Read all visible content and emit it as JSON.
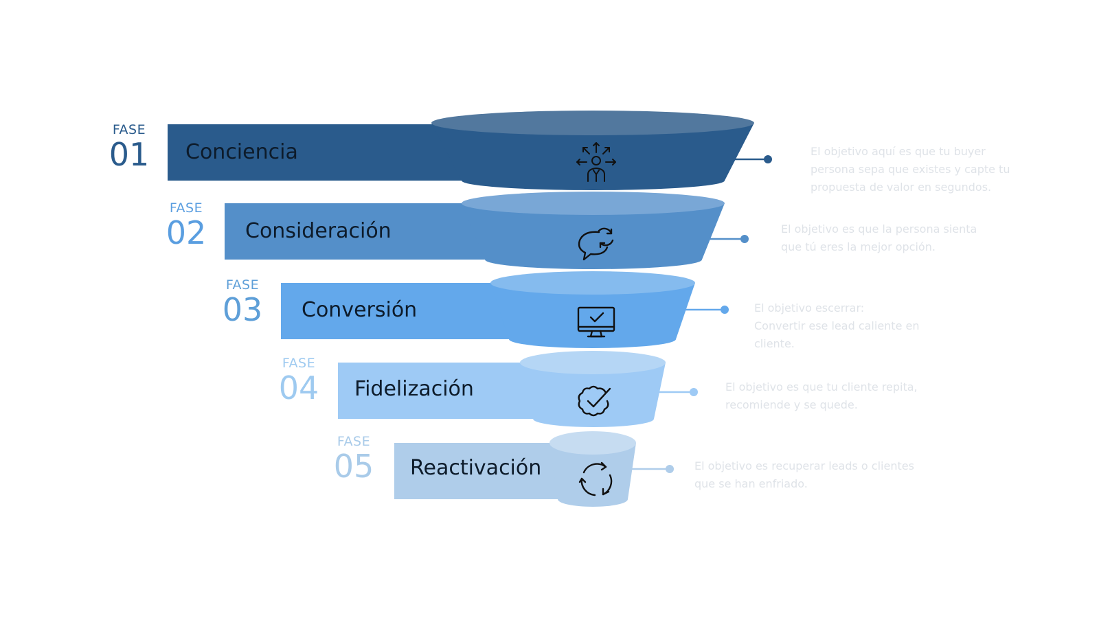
{
  "stages": [
    {
      "phase_word": "FASE",
      "phase_number": "01",
      "title": "Conciencia",
      "description": "El objetivo aquí es que tu buyer\npersona sepa que existes y capte tu\npropuesta de valor en segundos.",
      "icon": "person-arrows-icon",
      "color": "#2a5b8c",
      "top_color": "#52789e",
      "number_color": "#2a5b8c"
    },
    {
      "phase_word": "FASE",
      "phase_number": "02",
      "title": "Consideración",
      "description": "El objetivo es que la persona sienta\nque tú eres la mejor opción.",
      "icon": "chat-refresh-icon",
      "color": "#548fc9",
      "top_color": "#79a7d6",
      "number_color": "#5a9ee0"
    },
    {
      "phase_word": "FASE",
      "phase_number": "03",
      "title": "Conversión",
      "description": "El objetivo escerrar:\nConvertir ese lead caliente en\ncliente.",
      "icon": "monitor-check-icon",
      "color": "#63a8eb",
      "top_color": "#85bbee",
      "number_color": "#5e9fd8"
    },
    {
      "phase_word": "FASE",
      "phase_number": "04",
      "title": "Fidelización",
      "description": "El objetivo es que tu cliente repita,\nrecomiende y se quede.",
      "icon": "badge-check-icon",
      "color": "#9ecaf5",
      "top_color": "#b5d6f5",
      "number_color": "#9ecaf0"
    },
    {
      "phase_word": "FASE",
      "phase_number": "05",
      "title": "Reactivación",
      "description": "El objetivo es recuperar leads o clientes\nque se han enfriado.",
      "icon": "cycle-arrows-icon",
      "color": "#afcdea",
      "top_color": "#c6dcf1",
      "number_color": "#a9cbe9"
    }
  ]
}
